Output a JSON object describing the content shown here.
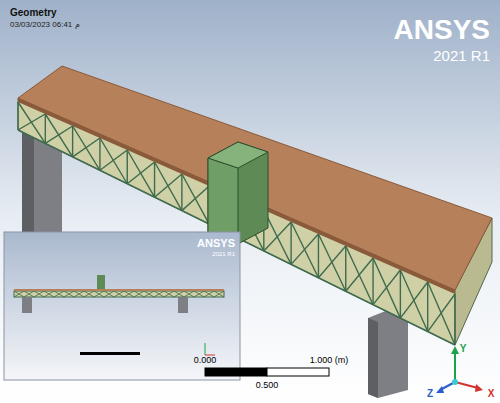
{
  "diagram": {
    "title": "Geometry",
    "labels": [
      "03/03/2023 06:41 م",
      "ANSYS",
      "2021 R1",
      "ANSYS",
      "2021 R1",
      "0.000",
      "1.000 (m)",
      "0.500",
      "Z",
      "Y",
      "X"
    ]
  }
}
